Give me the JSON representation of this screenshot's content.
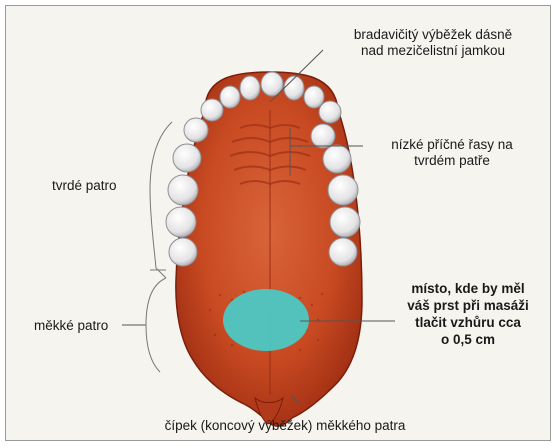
{
  "labels": {
    "papilla_line1": "bradavičitý výběžek dásně",
    "papilla_line2": "nad mezičelistní jamkou",
    "rugae_line1": "nízké příčné řasy na",
    "rugae_line2": "tvrdém patře",
    "hard_palate": "tvrdé patro",
    "soft_palate": "měkké patro",
    "massage_line1": "místo, kde by měl",
    "massage_line2": "váš prst při masáži",
    "massage_line3": "tlačit vzhůru cca",
    "massage_line4": "o 0,5 cm",
    "uvula": "čípek (koncový výběžek) měkkého patra"
  },
  "colors": {
    "palate": "#c84a22",
    "palate_dark": "#8f2410",
    "tooth": "#e9e9ea",
    "massage_spot": "#4cc8c4",
    "background": "#f6f4ef"
  }
}
